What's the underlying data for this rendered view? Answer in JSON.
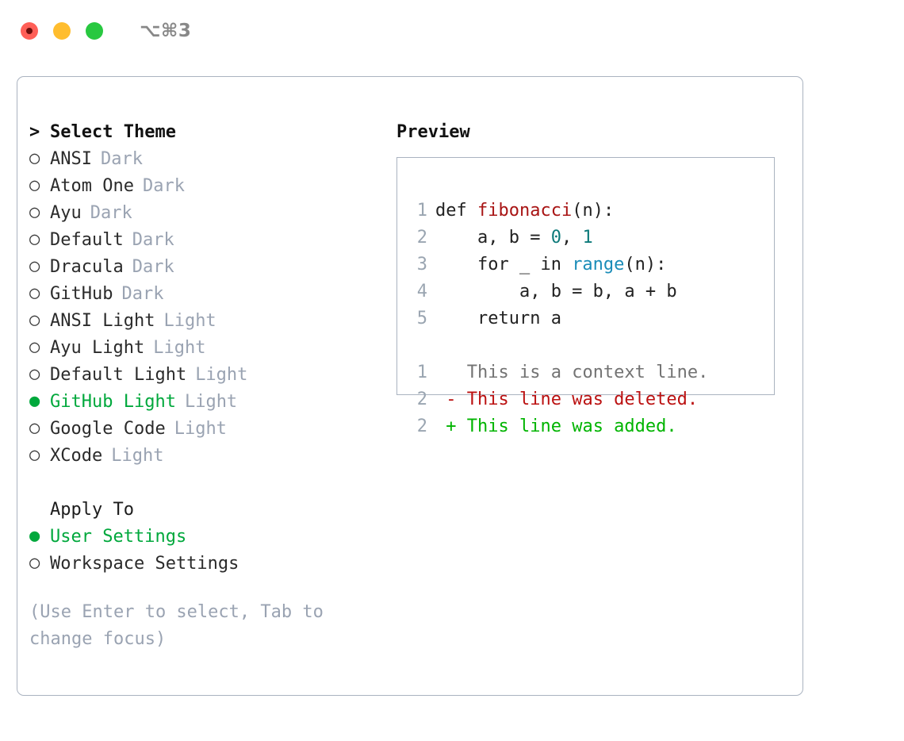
{
  "window": {
    "shortcut": "⌥⌘3",
    "traffic_lights": [
      {
        "name": "close",
        "color": "#ff5f57"
      },
      {
        "name": "minimize",
        "color": "#ffbd2e"
      },
      {
        "name": "maximize",
        "color": "#28c840"
      }
    ]
  },
  "theme_list": {
    "heading": "Select Theme",
    "caret": ">",
    "radio_empty": "○",
    "radio_filled": "●",
    "items": [
      {
        "label": "ANSI",
        "variant": "Dark",
        "selected": false
      },
      {
        "label": "Atom One",
        "variant": "Dark",
        "selected": false
      },
      {
        "label": "Ayu",
        "variant": "Dark",
        "selected": false
      },
      {
        "label": "Default",
        "variant": "Dark",
        "selected": false
      },
      {
        "label": "Dracula",
        "variant": "Dark",
        "selected": false
      },
      {
        "label": "GitHub",
        "variant": "Dark",
        "selected": false
      },
      {
        "label": "ANSI Light",
        "variant": "Light",
        "selected": false
      },
      {
        "label": "Ayu Light",
        "variant": "Light",
        "selected": false
      },
      {
        "label": "Default Light",
        "variant": "Light",
        "selected": false
      },
      {
        "label": "GitHub Light",
        "variant": "Light",
        "selected": true
      },
      {
        "label": "Google Code",
        "variant": "Light",
        "selected": false
      },
      {
        "label": "XCode",
        "variant": "Light",
        "selected": false
      }
    ]
  },
  "apply_to": {
    "heading": "Apply To",
    "options": [
      {
        "label": "User Settings",
        "selected": true
      },
      {
        "label": "Workspace Settings",
        "selected": false
      }
    ]
  },
  "hint": "(Use Enter to select, Tab to change focus)",
  "preview": {
    "title": "Preview",
    "code_lines": [
      {
        "num": "1",
        "tokens": [
          {
            "t": "def ",
            "c": "plain"
          },
          {
            "t": "fibonacci",
            "c": "fn"
          },
          {
            "t": "(n):",
            "c": "plain"
          }
        ]
      },
      {
        "num": "2",
        "tokens": [
          {
            "t": "    a, b = ",
            "c": "plain"
          },
          {
            "t": "0",
            "c": "num"
          },
          {
            "t": ", ",
            "c": "plain"
          },
          {
            "t": "1",
            "c": "num"
          }
        ]
      },
      {
        "num": "3",
        "tokens": [
          {
            "t": "    for _ in ",
            "c": "plain"
          },
          {
            "t": "range",
            "c": "builtin"
          },
          {
            "t": "(n):",
            "c": "plain"
          }
        ]
      },
      {
        "num": "4",
        "tokens": [
          {
            "t": "        a, b = b, a + b",
            "c": "plain"
          }
        ]
      },
      {
        "num": "5",
        "tokens": [
          {
            "t": "    return a",
            "c": "plain"
          }
        ]
      }
    ],
    "diff_lines": [
      {
        "num": "1",
        "marker": "  ",
        "text": "This is a context line.",
        "kind": "ctx"
      },
      {
        "num": "2",
        "marker": "- ",
        "text": "This line was deleted.",
        "kind": "del"
      },
      {
        "num": "2",
        "marker": "+ ",
        "text": "This line was added.",
        "kind": "add"
      }
    ]
  },
  "colors": {
    "accent_green": "#00a83c",
    "muted": "#9aa3b2",
    "border": "#aab3c0",
    "fn_red": "#a81414",
    "number_teal": "#0d7a7a",
    "builtin_blue": "#1a8cb8",
    "diff_add": "#00b400",
    "diff_del": "#bb1111"
  }
}
